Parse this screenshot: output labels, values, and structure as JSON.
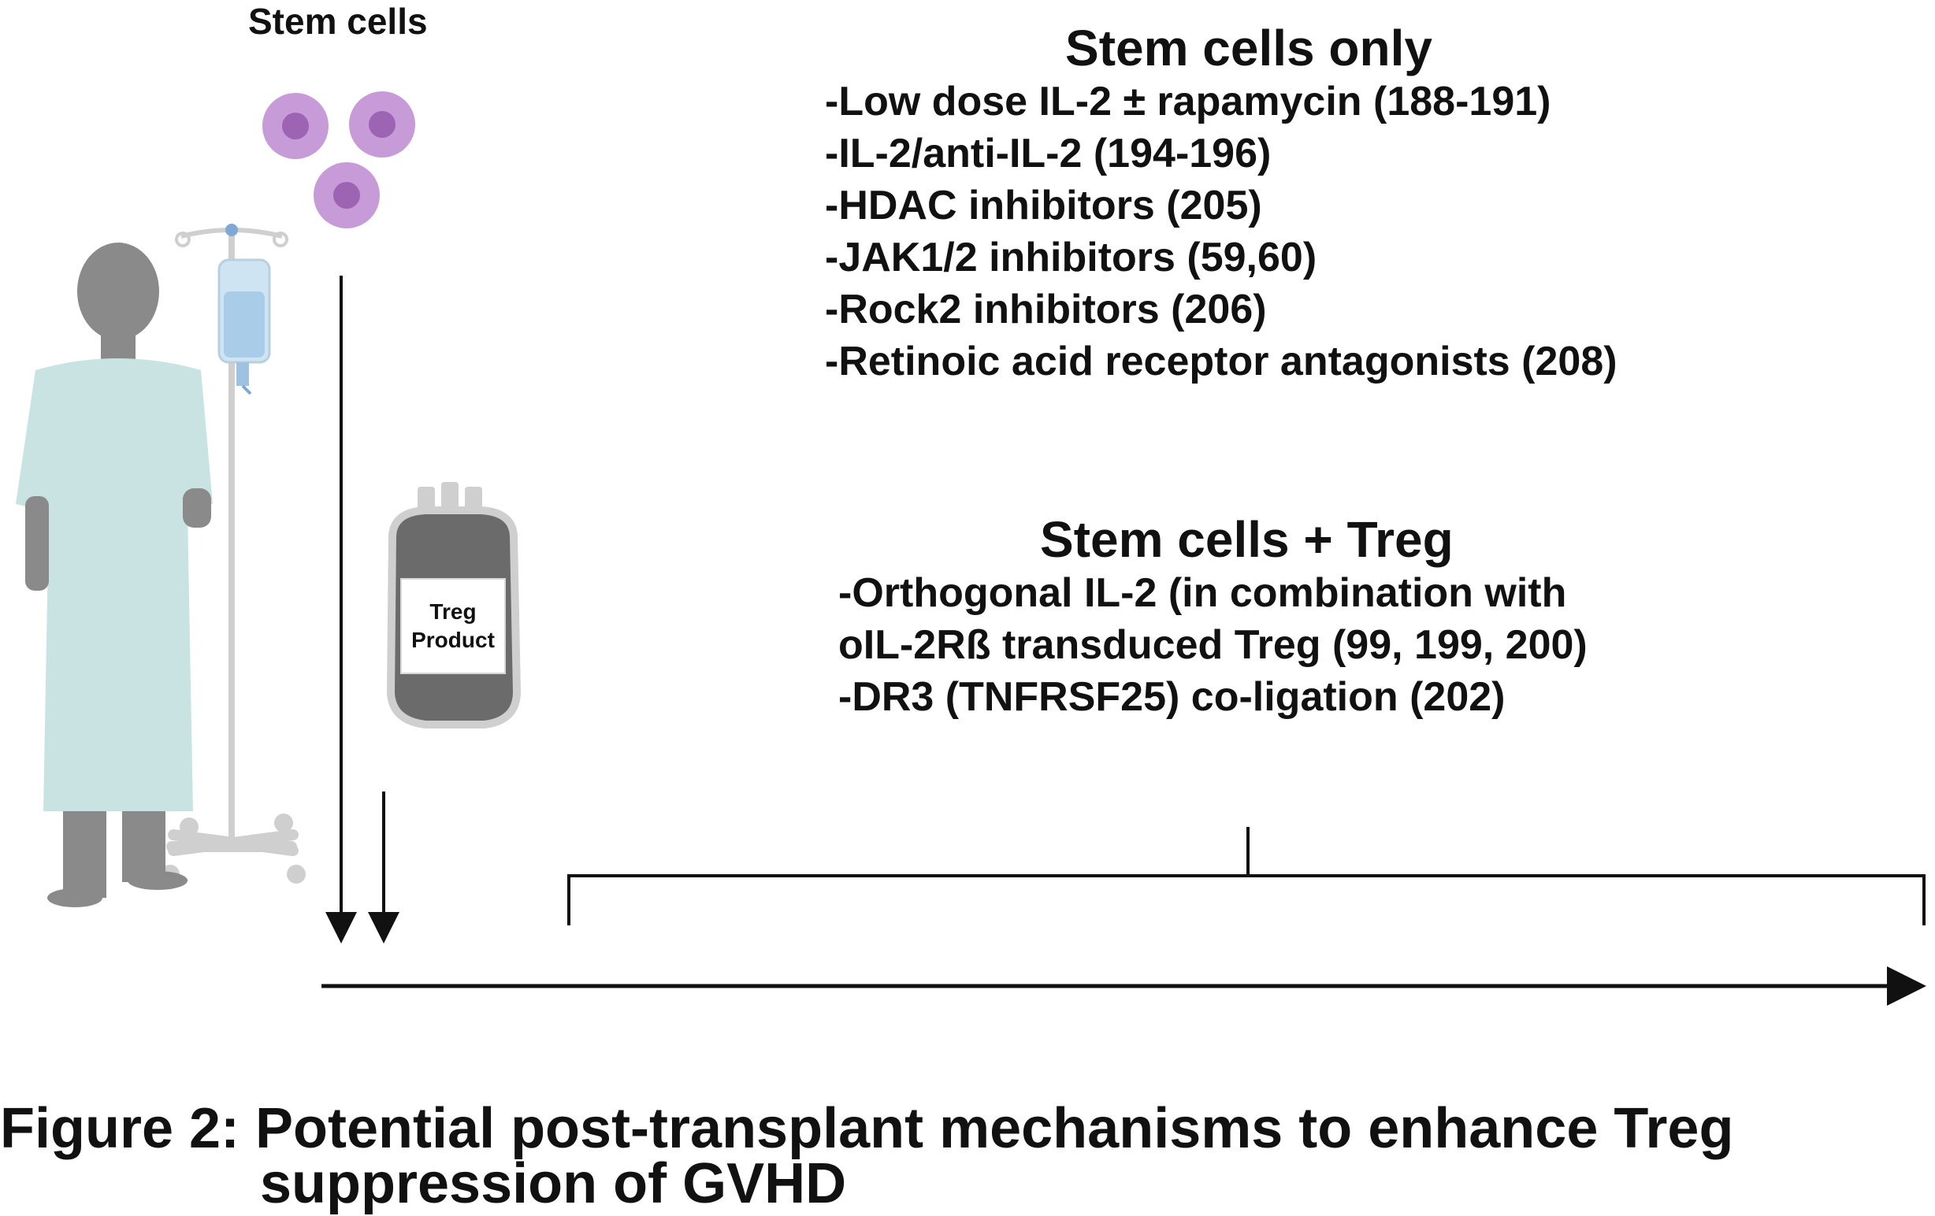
{
  "stem_cells_label": "Stem cells",
  "stem_cells_only": {
    "title": "Stem cells only",
    "items": [
      "-Low dose IL-2 ± rapamycin (188-191)",
      "-IL-2/anti-IL-2 (194-196)",
      "-HDAC inhibitors (205)",
      "-JAK1/2 inhibitors (59,60)",
      "-Rock2 inhibitors (206)",
      "-Retinoic acid receptor antagonists (208)"
    ]
  },
  "stem_cells_treg": {
    "title": "Stem cells + Treg",
    "items": [
      "-Orthogonal IL-2 (in combination with",
      "oIL-2Rß transduced Treg (99, 199, 200)",
      "-DR3 (TNFRSF25) co-ligation (202)"
    ]
  },
  "treg_bag": {
    "line1": "Treg",
    "line2": "Product"
  },
  "caption": {
    "line1": "Figure 2: Potential post-transplant mechanisms to enhance Treg",
    "line2": "suppression of GVHD"
  },
  "colors": {
    "cell_outer": "#c79ad8",
    "cell_inner": "#9c64b2",
    "gown": "#c9e3e3",
    "skin": "#8a8a8a",
    "pole": "#cfcfcf",
    "bag_blood": "#6b6b6b",
    "line": "#111111"
  }
}
